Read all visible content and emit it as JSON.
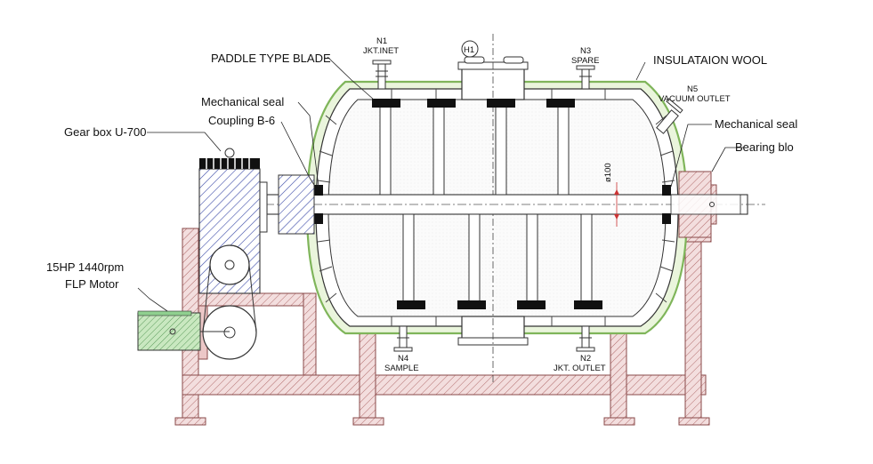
{
  "labels": {
    "paddle_blade": "PADDLE TYPE BLADE",
    "insulation": "INSULATAION WOOL",
    "mech_seal_left": "Mechanical seal",
    "coupling": "Coupling B-6",
    "gearbox": "Gear box U-700",
    "motor_line1": "15HP 1440rpm",
    "motor_line2": "FLP Motor",
    "mech_seal_right": "Mechanical seal",
    "bearing": "Bearing blo",
    "diameter": "ø100"
  },
  "nozzles": {
    "n1_id": "N1",
    "n1_name": "JKT.INET",
    "h1_id": "H1",
    "n3_id": "N3",
    "n3_name": "SPARE",
    "n5_id": "N5",
    "n5_name": "VACUUM OUTLET",
    "n4_id": "N4",
    "n4_name": "SAMPLE",
    "n2_id": "N2",
    "n2_name": "JKT. OUTLET"
  },
  "colors": {
    "frame": "#c98b8b",
    "insulation": "#b5d98a",
    "hatch_blue": "#3b4aa8",
    "motor_green": "#8fd08f"
  }
}
